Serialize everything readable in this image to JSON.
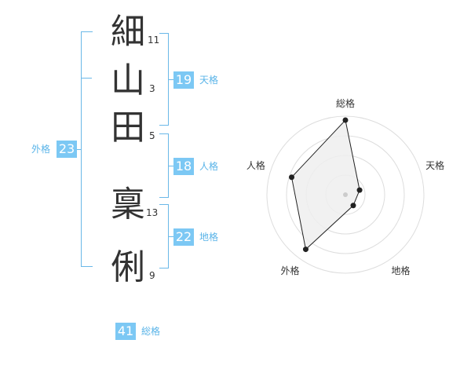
{
  "characters": [
    {
      "char": "細",
      "strokes": "11"
    },
    {
      "char": "山",
      "strokes": "3"
    },
    {
      "char": "田",
      "strokes": "5"
    },
    {
      "char": "稟",
      "strokes": "13"
    },
    {
      "char": "俐",
      "strokes": "9"
    }
  ],
  "fortunes": {
    "tenkaku": {
      "value": "19",
      "label": "天格"
    },
    "jinkaku": {
      "value": "18",
      "label": "人格"
    },
    "chikaku": {
      "value": "22",
      "label": "地格"
    },
    "gaikaku": {
      "value": "23",
      "label": "外格"
    },
    "soukaku": {
      "value": "41",
      "label": "総格"
    }
  },
  "chart_data": {
    "type": "radar",
    "categories": [
      "総格",
      "天格",
      "地格",
      "外格",
      "人格"
    ],
    "values": [
      0.95,
      0.19,
      0.17,
      0.86,
      0.72
    ],
    "range": [
      0,
      1
    ],
    "rings": 4,
    "colors": {
      "fill": "#efefef",
      "line": "#222222",
      "ring": "#dddddd"
    }
  }
}
